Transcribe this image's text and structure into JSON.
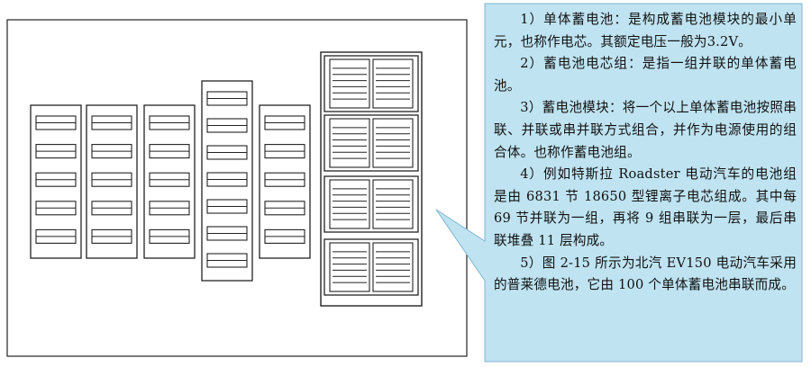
{
  "callout": {
    "paragraphs": [
      "1）单体蓄电池：是构成蓄电池模块的最小单元，也称作电芯。其额定电压一般为3.2V。",
      "2）蓄电池电芯组：是指一组并联的单体蓄电池。",
      "3）蓄电池模块：将一个以上单体蓄电池按照串联、并联或串并联方式组合，并作为电源使用的组合体。也称作蓄电池组。",
      "4）例如特斯拉 Roadster 电动汽车的电池组是由 6831 节 18650 型锂离子电芯组成。其中每 69 节并联为一组，再将 9 组串联为一层，最后串联堆叠 11 层构成。",
      "5）图 2-15 所示为北汽 EV150 电动汽车采用的普莱德电池，它由 100 个单体蓄电池串联而成。"
    ]
  },
  "colors": {
    "callout_fill": "#bfe3f1",
    "callout_stroke": "#7db7cf",
    "line": "#222222"
  },
  "icons": {
    "cell_group": "battery-cell-group-icon",
    "module": "battery-module-icon"
  }
}
